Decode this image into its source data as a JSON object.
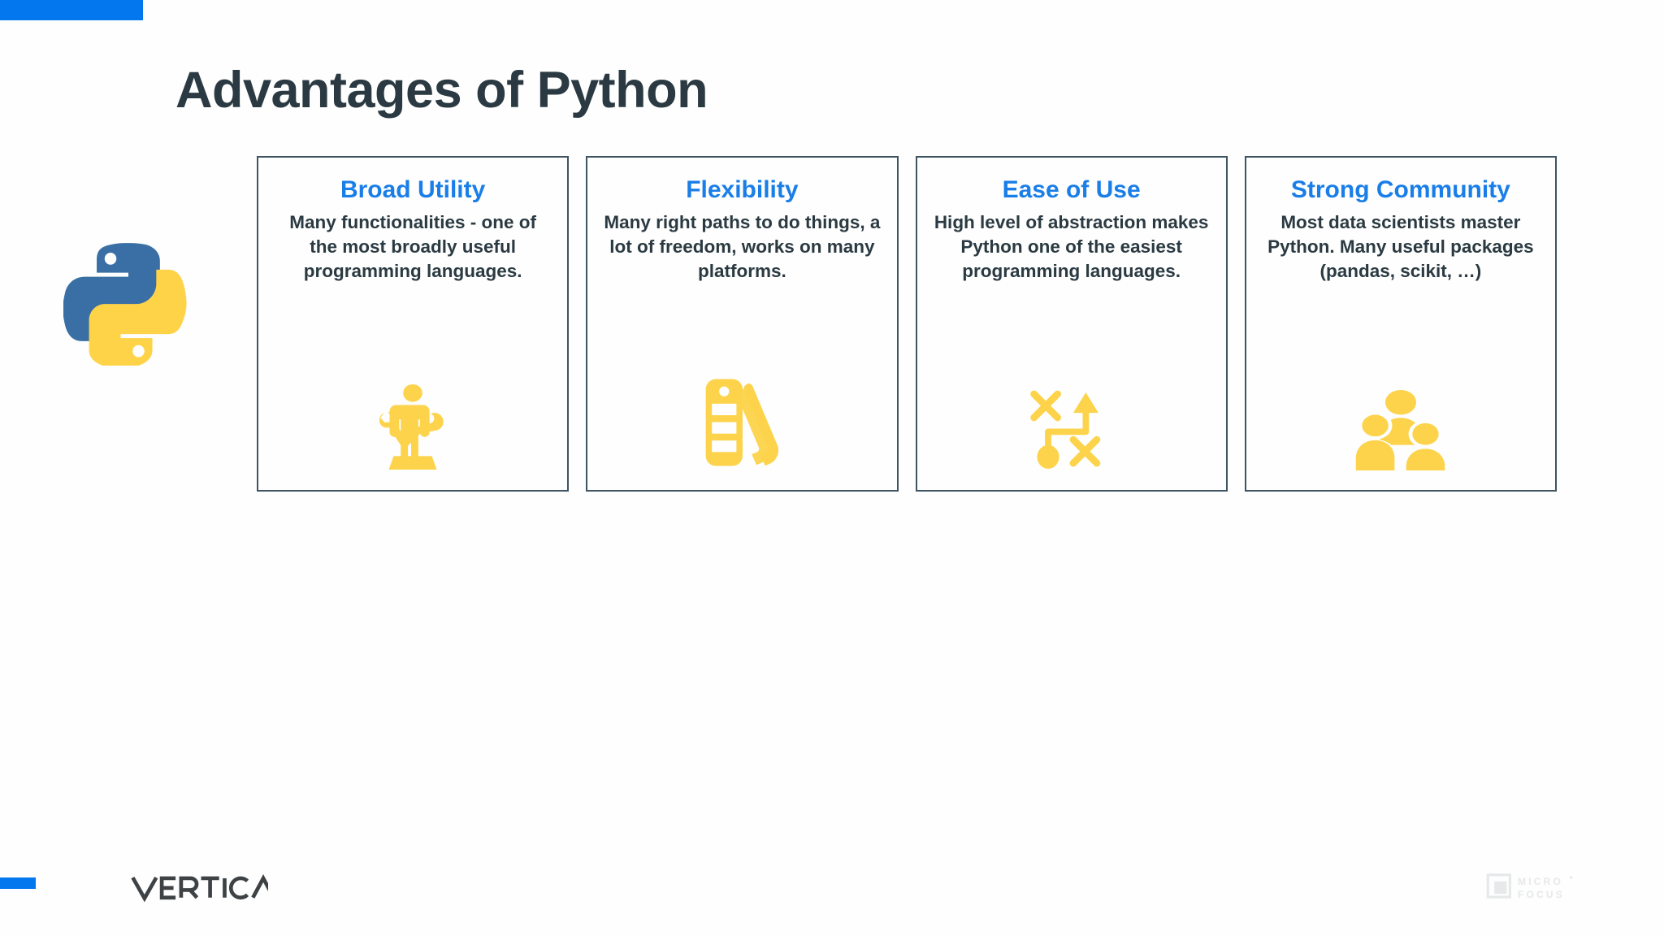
{
  "slide": {
    "title": "Advantages of Python",
    "accent_color": "#0277ee",
    "title_color": "#2b3a42",
    "card_title_color": "#1a7ee8",
    "card_border_color": "#3f5463",
    "icon_color": "#fcd34a",
    "background": "#fdfefd"
  },
  "python_logo": {
    "name": "python-logo",
    "blue": "#3a6fa5",
    "yellow": "#ffd champion"
  },
  "cards": [
    {
      "title": "Broad Utility",
      "body": "Many functionalities - one of the most broadly useful programming languages.",
      "icon": "person-with-tools-icon"
    },
    {
      "title": "Flexibility",
      "body": "Many right paths to do things, a lot of freedom, works on many platforms.",
      "icon": "color-swatch-fan-icon"
    },
    {
      "title": "Ease of Use",
      "body": "High level of abstraction makes Python one of the easiest programming languages.",
      "icon": "strategy-path-icon"
    },
    {
      "title": "Strong Community",
      "body": "Most data scientists master Python. Many useful packages (pandas, scikit, …)",
      "icon": "group-of-people-icon"
    }
  ],
  "footer": {
    "vertica_label": "VERTICA",
    "microfocus_line1": "MICRO",
    "microfocus_line2": "FOCUS"
  }
}
